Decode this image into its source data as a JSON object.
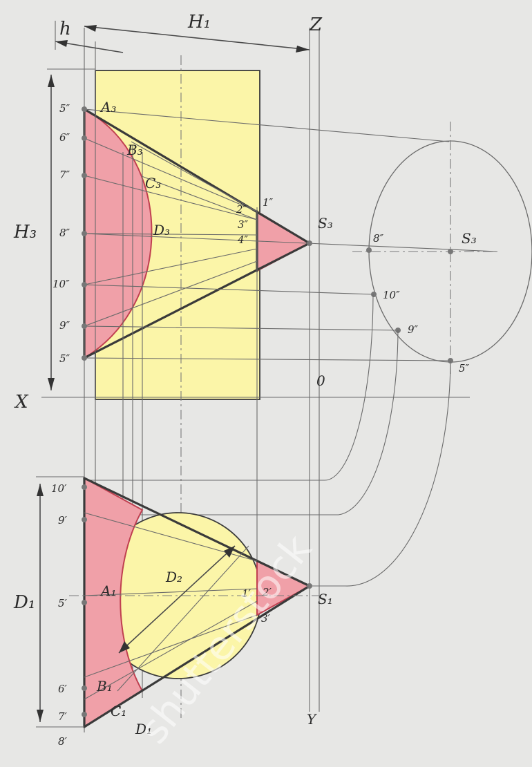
{
  "labels": {
    "h": "h",
    "H1": "H₁",
    "Z": "Z",
    "X": "X",
    "Y": "Y",
    "O": "0",
    "H3": "H₃",
    "D1": "D₁",
    "A3": "A₃",
    "B3": "B₃",
    "C3": "C₃",
    "D3": "D₃",
    "S3": "S₃",
    "S3r": "S₃",
    "one3": "1″",
    "two3": "2″",
    "three3": "3″",
    "four3": "4″",
    "v5top": "5″",
    "v6": "6″",
    "v7": "7″",
    "v8": "8″",
    "v10": "10″",
    "v9": "9″",
    "v5bot": "5″",
    "r8": "8″",
    "r10": "10″",
    "r9": "9″",
    "r5": "5″",
    "A1": "A₁",
    "B1": "B₁",
    "C1": "C₁",
    "D1p": "D₁",
    "D2": "D₂",
    "S1": "S₁",
    "one1": "1′",
    "two1": "2′",
    "three1": "3′",
    "p10": "10′",
    "p9": "9′",
    "p5": "5′",
    "p6": "6′",
    "p7": "7′",
    "p8": "8′"
  },
  "watermark": "shutterstock",
  "colors": {
    "background": "#e7e7e5",
    "cylinder_fill": "#fbf5a8",
    "section_fill": "#f0a0a8",
    "section_stroke": "#c04050",
    "line": "#3a3a3a"
  }
}
